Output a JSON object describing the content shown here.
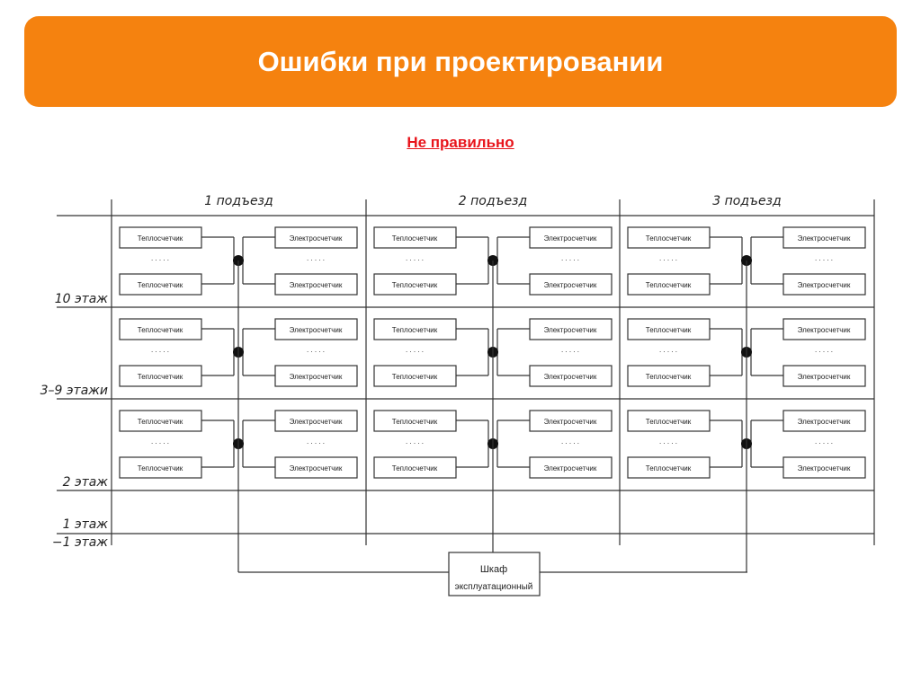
{
  "header": {
    "title": "Ошибки при проектировании"
  },
  "subtitle": "Не правильно",
  "diagram": {
    "entrances": [
      "1 подъезд",
      "2 подъезд",
      "3 подъезд"
    ],
    "floors": [
      "10 этаж",
      "3–9 этажи",
      "2 этаж",
      "1 этаж",
      "−1 этаж"
    ],
    "heat_meter_label": "Теплосчетчик",
    "electric_meter_label": "Электросчетчик",
    "ellipsis": ". . . . .",
    "cabinet": {
      "line1": "Шкаф",
      "line2": "эксплуатационный"
    },
    "colors": {
      "accent": "#F5820F",
      "error": "#E8141B",
      "line": "#333333"
    }
  }
}
